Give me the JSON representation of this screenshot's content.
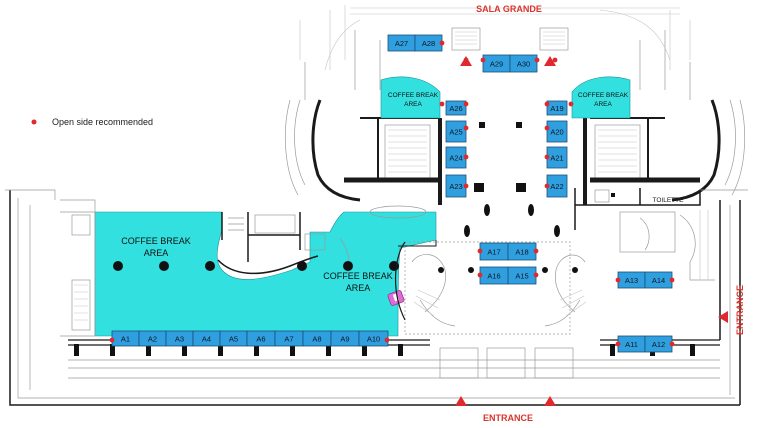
{
  "labels": {
    "sala_grande": "SALA GRANDE",
    "entrance_bottom": "ENTRANCE",
    "entrance_right": "ENTRANCE",
    "toilette": "TOILETTE",
    "legend": "Open side recommended"
  },
  "coffee_break_areas": [
    {
      "id": "cb-left",
      "line1": "COFFEE BREAK",
      "line2": "AREA"
    },
    {
      "id": "cb-center",
      "line1": "COFFEE BREAK",
      "line2": "AREA"
    },
    {
      "id": "cb-top-left",
      "line1": "COFFEE BREAK",
      "line2": "AREA"
    },
    {
      "id": "cb-top-right",
      "line1": "COFFEE BREAK",
      "line2": "AREA"
    }
  ],
  "booths": [
    {
      "label": "A1"
    },
    {
      "label": "A2"
    },
    {
      "label": "A3"
    },
    {
      "label": "A4"
    },
    {
      "label": "A5"
    },
    {
      "label": "A6"
    },
    {
      "label": "A7"
    },
    {
      "label": "A8"
    },
    {
      "label": "A9"
    },
    {
      "label": "A10"
    },
    {
      "label": "A11"
    },
    {
      "label": "A12"
    },
    {
      "label": "A13"
    },
    {
      "label": "A14"
    },
    {
      "label": "A15"
    },
    {
      "label": "A16"
    },
    {
      "label": "A17"
    },
    {
      "label": "A18"
    },
    {
      "label": "A19"
    },
    {
      "label": "A20"
    },
    {
      "label": "A21"
    },
    {
      "label": "A22"
    },
    {
      "label": "A23"
    },
    {
      "label": "A24"
    },
    {
      "label": "A25"
    },
    {
      "label": "A26"
    },
    {
      "label": "A27"
    },
    {
      "label": "A28"
    },
    {
      "label": "A29"
    },
    {
      "label": "A30"
    }
  ],
  "colors": {
    "booth": "#2f9fe0",
    "coffee_area": "#33e0e0",
    "marker": "#e0292e",
    "heading": "#d9342b"
  }
}
